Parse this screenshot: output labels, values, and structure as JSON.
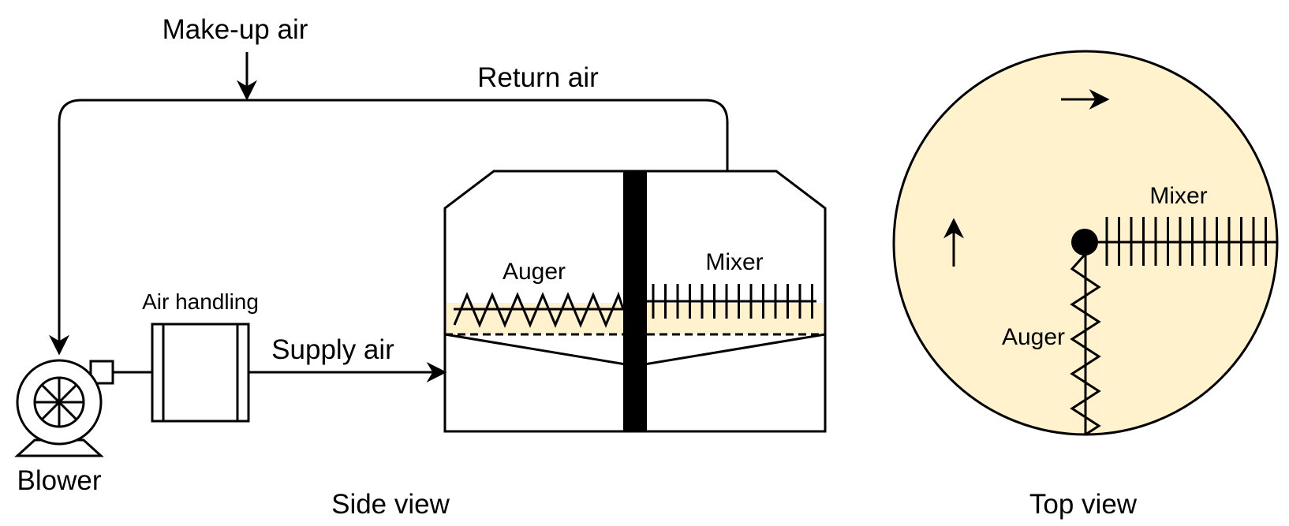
{
  "colors": {
    "line": "#000000",
    "material_fill": "#fff2cc",
    "background": "#ffffff"
  },
  "labels": {
    "makeup_air": "Make-up air",
    "return_air": "Return air",
    "air_handling": "Air handling",
    "supply_air": "Supply air",
    "blower": "Blower",
    "side_view": "Side view",
    "top_view": "Top view",
    "side_auger": "Auger",
    "side_mixer": "Mixer",
    "top_mixer": "Mixer",
    "top_auger": "Auger"
  },
  "icons": {
    "blower": "blower-fan-icon",
    "air_handler": "air-handling-unit-icon",
    "rotation": "rotation-arrow-icon"
  }
}
